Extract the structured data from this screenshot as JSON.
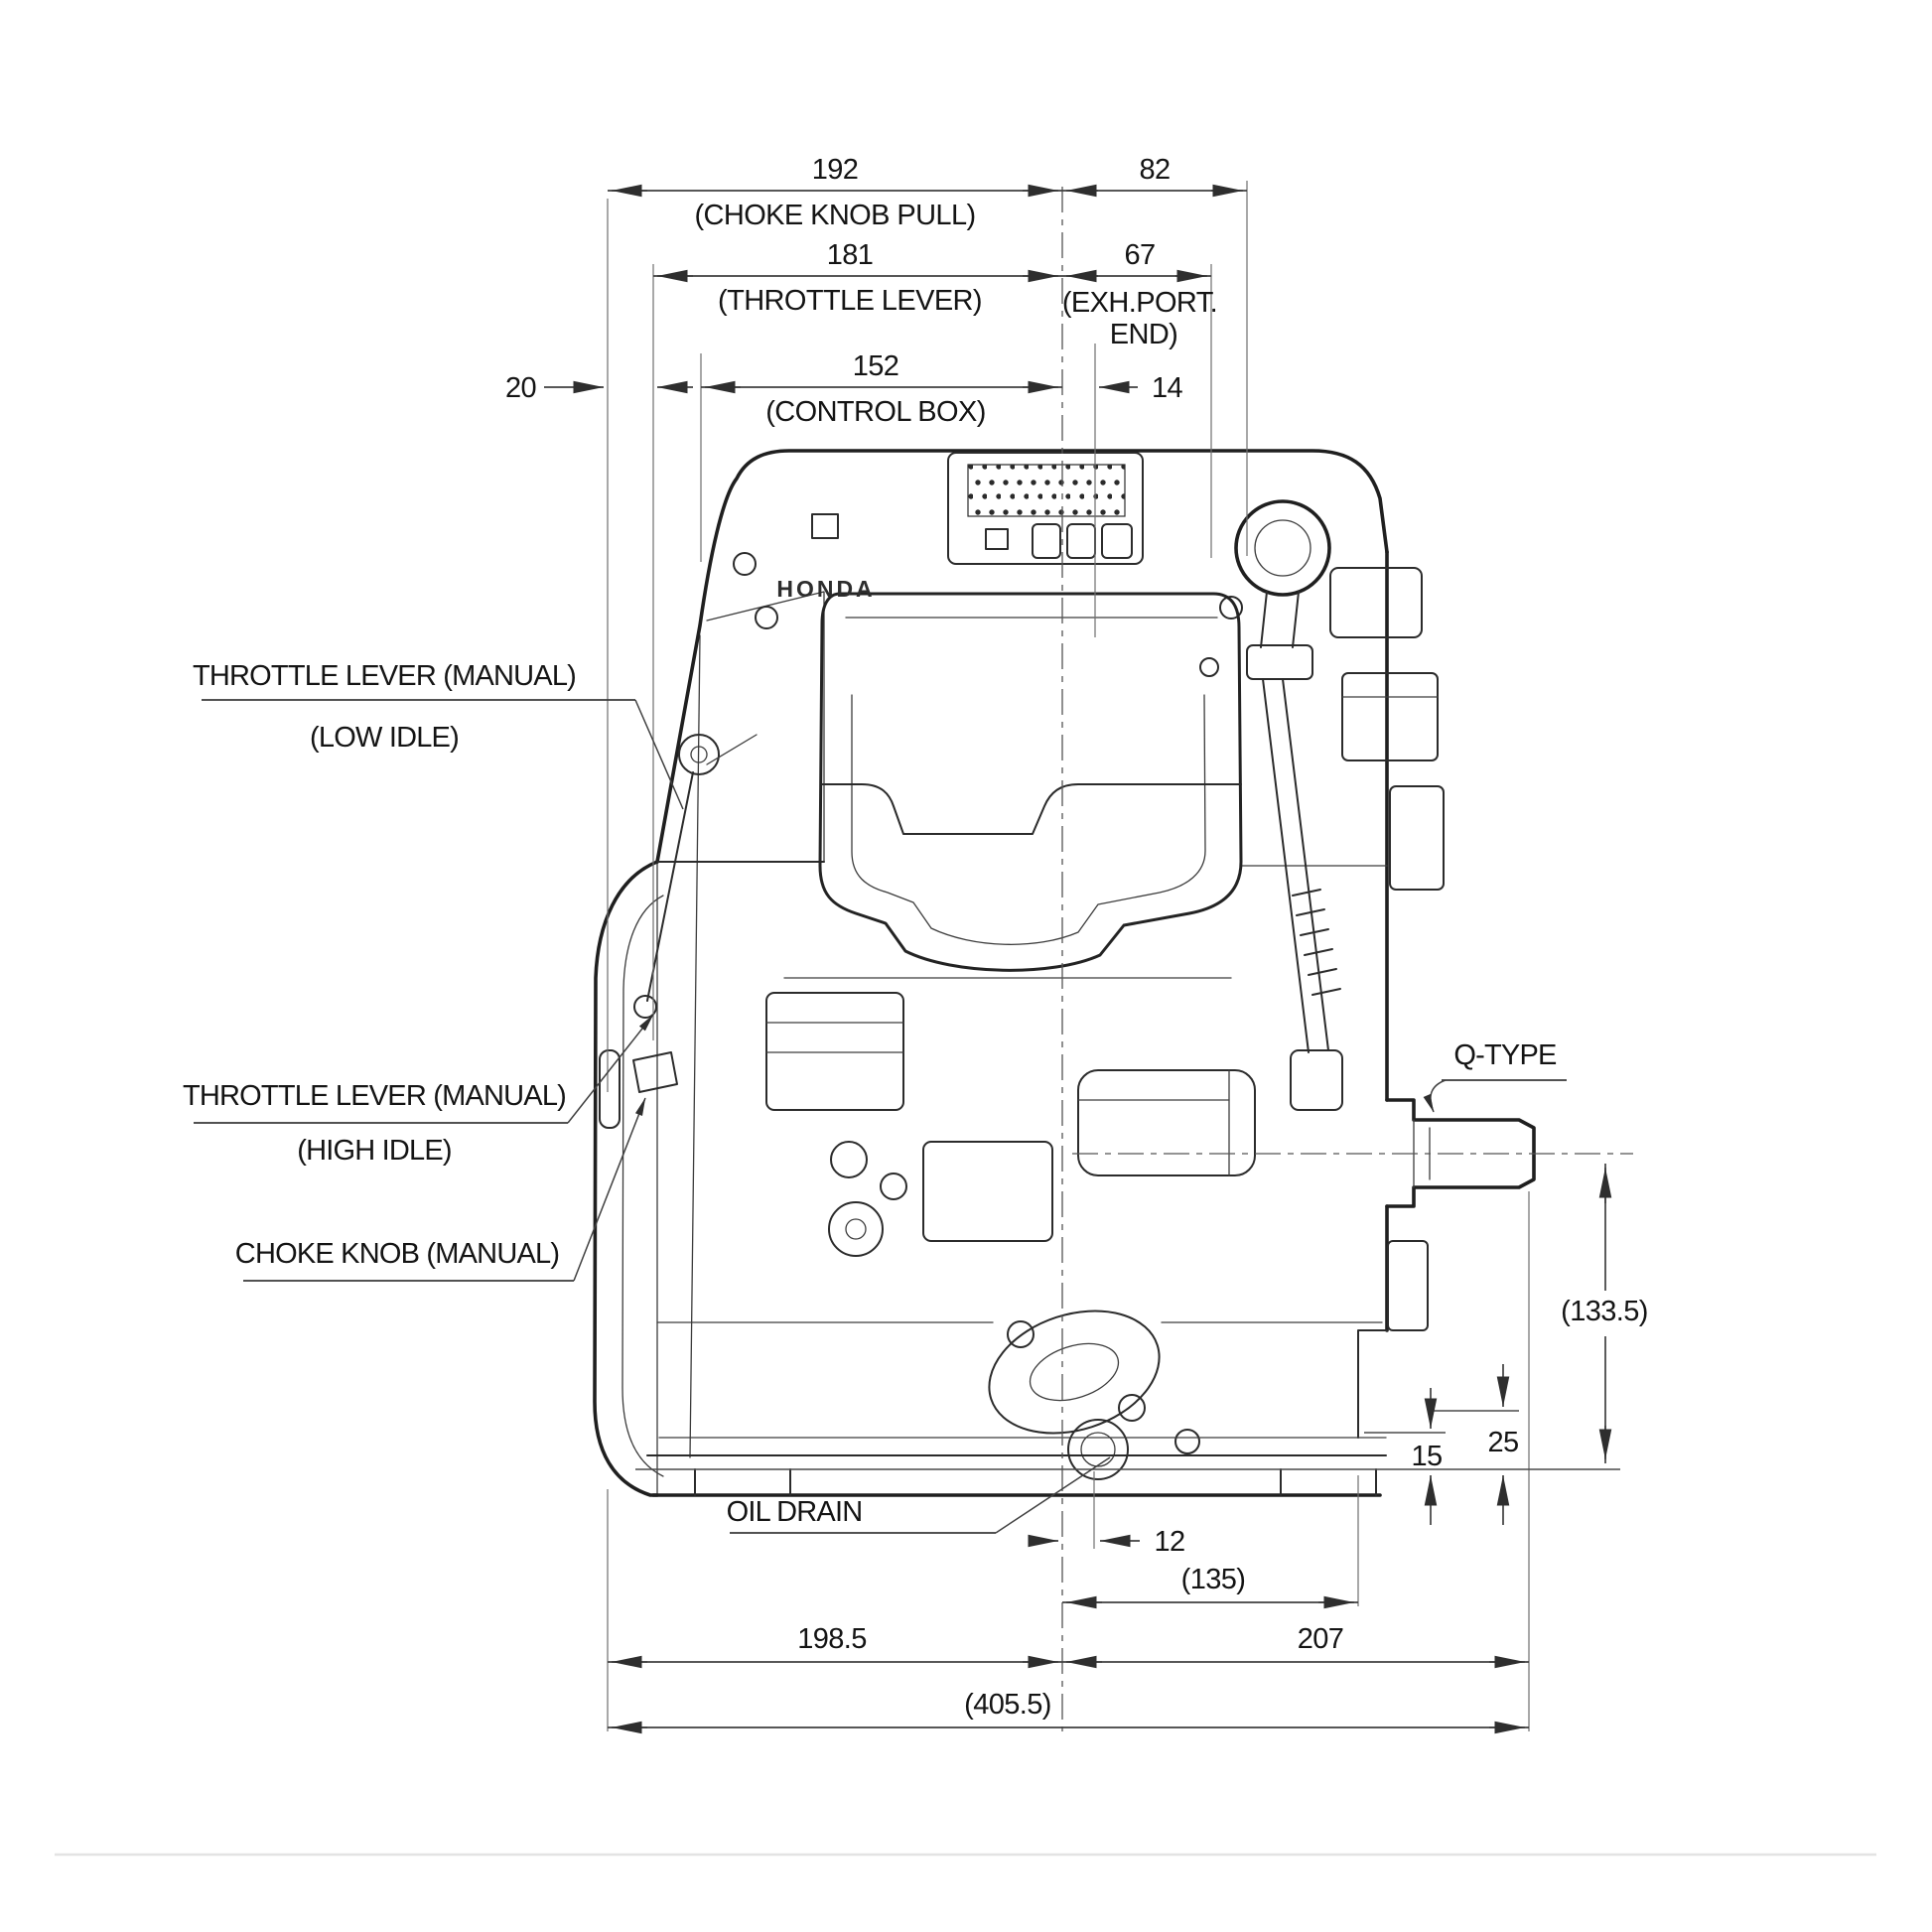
{
  "engine": {
    "brand": "HONDA"
  },
  "labels": {
    "throttle_low": {
      "line1": "THROTTLE LEVER (MANUAL)",
      "line2": "(LOW IDLE)"
    },
    "throttle_high": {
      "line1": "THROTTLE LEVER (MANUAL)",
      "line2": "(HIGH IDLE)"
    },
    "choke_knob": "CHOKE KNOB (MANUAL)",
    "oil_drain": "OIL DRAIN",
    "q_type": "Q-TYPE"
  },
  "dims": {
    "choke_pull": {
      "value": "192",
      "caption": "(CHOKE KNOB PULL)"
    },
    "top_right": {
      "value": "82"
    },
    "throttle_lever": {
      "value": "181",
      "caption": "(THROTTLE LEVER)"
    },
    "exh_port": {
      "value": "67",
      "caption_line1": "(EXH.PORT.",
      "caption_line2": "END)"
    },
    "control_box": {
      "value": "152",
      "caption": "(CONTROL BOX)"
    },
    "offset_20": "20",
    "offset_14": "14",
    "shaft_height": "(133.5)",
    "offset_25": "25",
    "offset_15": "15",
    "drain_offset": "12",
    "mount_135": "(135)",
    "left_198": "198.5",
    "right_207": "207",
    "overall": "(405.5)"
  }
}
